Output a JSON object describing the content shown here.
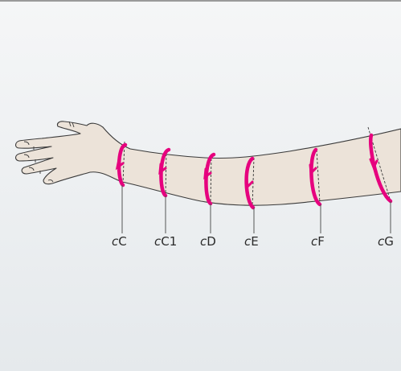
{
  "colors": {
    "background_top": "#f5f6f7",
    "background_bottom": "#e5e9ec",
    "top_rule": "#9a9a9a",
    "skin": "#ece3d9",
    "outline": "#3a3a3a",
    "tape": "#e6007e",
    "leader": "#555555"
  },
  "measurements": [
    {
      "prefix": "c",
      "code": "C"
    },
    {
      "prefix": "c",
      "code": "C1"
    },
    {
      "prefix": "c",
      "code": "D"
    },
    {
      "prefix": "c",
      "code": "E"
    },
    {
      "prefix": "c",
      "code": "F"
    },
    {
      "prefix": "c",
      "code": "G"
    }
  ]
}
